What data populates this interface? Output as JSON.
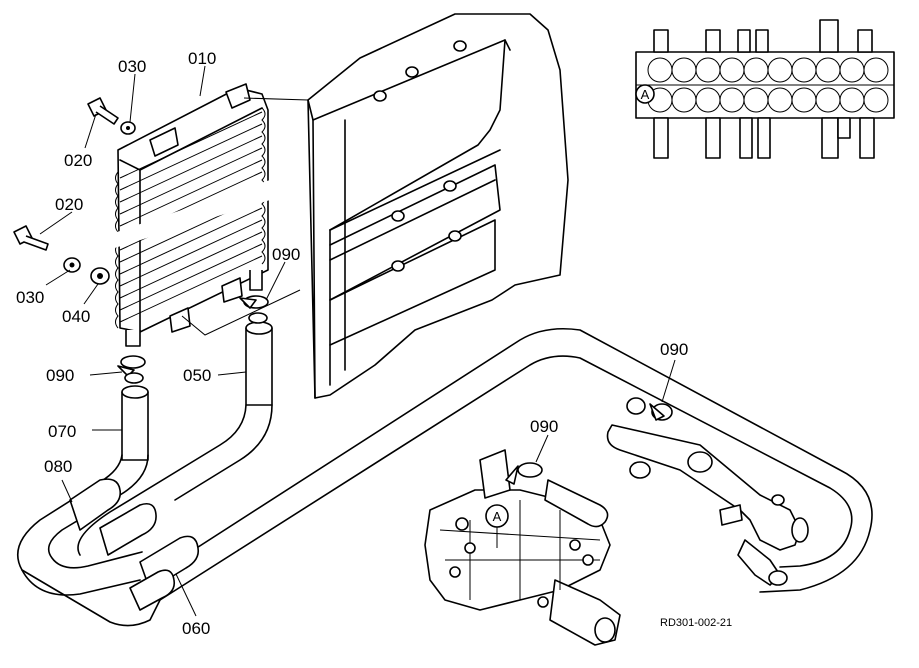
{
  "parts": {
    "p010": "010",
    "p020a": "020",
    "p020b": "020",
    "p030a": "030",
    "p030b": "030",
    "p040": "040",
    "p050": "050",
    "p060": "060",
    "p070": "070",
    "p080": "080",
    "p090a": "090",
    "p090b": "090",
    "p090c": "090",
    "p090d": "090"
  },
  "markers": {
    "inset": "A",
    "valve": "A"
  },
  "ref_code": "RD301-002-21"
}
